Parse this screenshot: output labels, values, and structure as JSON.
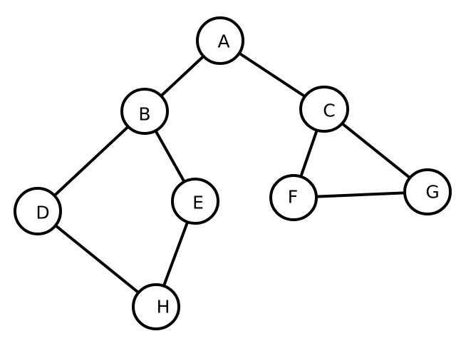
{
  "graph": {
    "nodes": [
      "A",
      "B",
      "C",
      "D",
      "E",
      "F",
      "G",
      "H"
    ],
    "edges": [
      [
        "A",
        "B"
      ],
      [
        "A",
        "C"
      ],
      [
        "B",
        "D"
      ],
      [
        "B",
        "E"
      ],
      [
        "C",
        "F"
      ],
      [
        "C",
        "G"
      ],
      [
        "F",
        "G"
      ],
      [
        "D",
        "H"
      ],
      [
        "E",
        "H"
      ]
    ]
  },
  "colors": {
    "stroke": "#000000",
    "fill": "#ffffff"
  }
}
